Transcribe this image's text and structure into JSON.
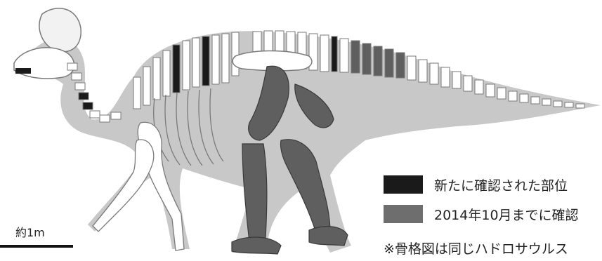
{
  "legend": {
    "items": [
      {
        "label": "新たに確認された部位",
        "color": "#1a1a1a"
      },
      {
        "label": "2014年10月までに確認",
        "color": "#6e6e6e"
      }
    ],
    "note": "※骨格図は同じハドロサウルス"
  },
  "scale": {
    "label": "約1m"
  },
  "colors": {
    "body": "#c8c8c8",
    "bone": "#ffffff",
    "outline": "#7a7a7a",
    "confirmed_prior": "#5f5f5f",
    "new": "#1a1a1a"
  }
}
